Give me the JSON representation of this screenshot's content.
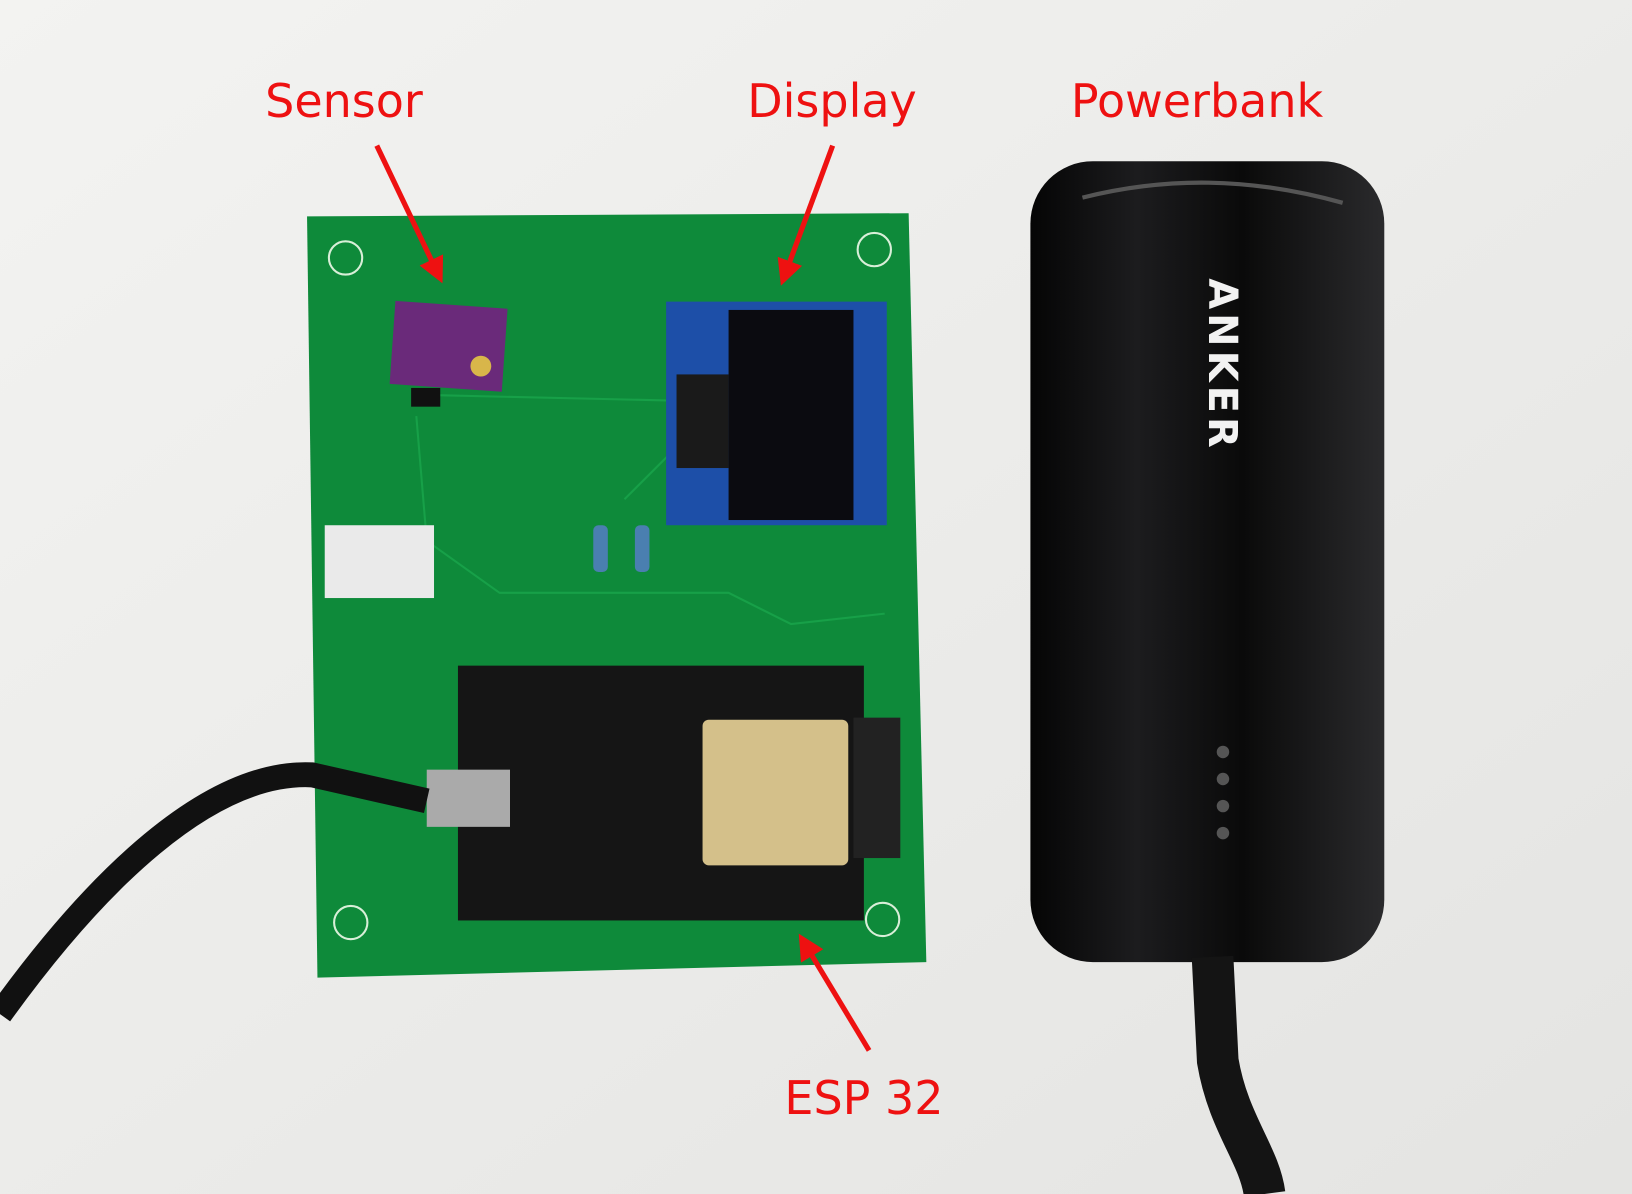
{
  "labels": {
    "sensor": "Sensor",
    "display": "Display",
    "powerbank": "Powerbank",
    "esp32": "ESP 32"
  },
  "logo_text": "ANKER",
  "colors": {
    "annotation": "#ee1111",
    "pcb": "#0e8a3a",
    "background": "#eeeeec",
    "powerbank": "#0b0b0c"
  }
}
